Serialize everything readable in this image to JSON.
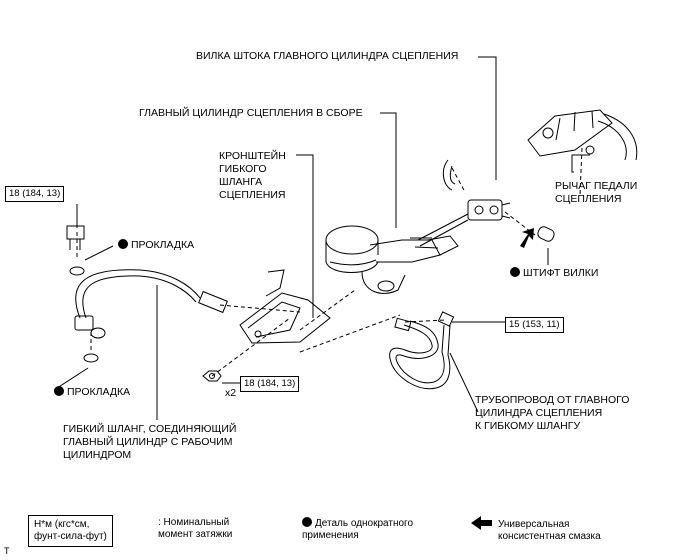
{
  "labels": {
    "fork": "ВИЛКА ШТОКА ГЛАВНОГО ЦИЛИНДРА СЦЕПЛЕНИЯ",
    "master_cyl": "ГЛАВНЫЙ ЦИЛИНДР СЦЕПЛЕНИЯ В СБОРЕ",
    "bracket": "КРОНШТЕЙН\nГИБКОГО\nШЛАНГА\nСЦЕПЛЕНИЯ",
    "pedal_lever": "РЫЧАГ ПЕДАЛИ\nСЦЕПЛЕНИЯ",
    "gasket_top": "ПРОКЛАДКА",
    "gasket_bottom": "ПРОКЛАДКА",
    "fork_pin": "ШТИФТ ВИЛКИ",
    "hose": "ГИБКИЙ ШЛАНГ, СОЕДИНЯЮЩИЙ\nГЛАВНЫЙ ЦИЛИНДР С РАБОЧИМ\nЦИЛИНДРОМ",
    "tube": "ТРУБОПРОВОД ОТ ГЛАВНОГО\nЦИЛИНДРА СЦЕПЛЕНИЯ\nК ГИБКОМУ ШЛАНГУ",
    "qty": "x2",
    "corner_mark": "T"
  },
  "torque": {
    "bolt_left": "18 (184, 13)",
    "tube_nut": "15 (153, 11)",
    "nut_bottom": "18 (184, 13)"
  },
  "legend": {
    "unit_box": "Н*м (кгс*см,\nфунт-сила-фут)",
    "unit_desc": ": Номинальный\nмомент затяжки",
    "single_use": "Деталь однократного\nприменения",
    "grease": "Универсальная\nконсистентная смазка"
  }
}
